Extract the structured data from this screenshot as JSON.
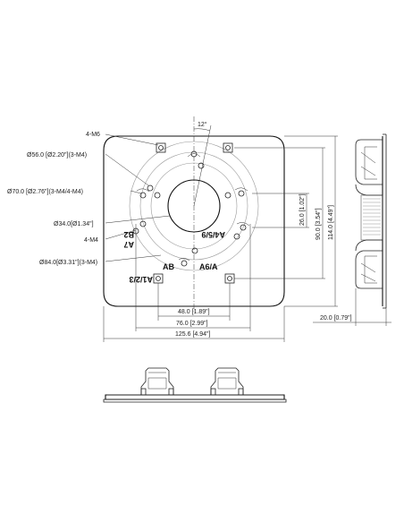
{
  "callouts": {
    "screw_m6": "4-M6",
    "hole_56": "Ø56.0 [Ø2.20\"](3-M4)",
    "hole_70": "Ø70.0 [Ø2.76\"](3-M4/4-M4)",
    "hole_34": "Ø34.0[Ø1.34\"]",
    "screw_m4": "4-M4",
    "hole_84": "Ø84.0[Ø3.31\"](3-M4)",
    "angle": "12°"
  },
  "dimensions": {
    "d48": "48.0 [1.89\"]",
    "d76": "76.0 [2.99\"]",
    "d125": "125.6 [4.94\"]",
    "d26": "26.0 [1.02\"]",
    "d90": "90.0 [3.54\"]",
    "d114": "114.0 [4.49\"]",
    "d20": "20.0 [0.79\"]"
  },
  "marks": {
    "a7": "A7",
    "b2": "B2",
    "a123": "A1/2/3",
    "ab": "AB",
    "a459": "A4/5/9",
    "a6a": "A6/A"
  }
}
